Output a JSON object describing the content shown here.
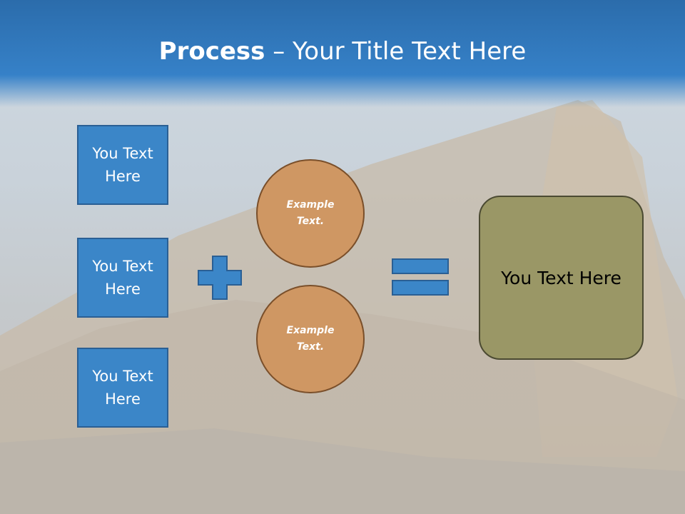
{
  "title": {
    "bold": "Process",
    "dash": " – ",
    "rest": "Your Title Text Here"
  },
  "inputs": [
    {
      "label": "You Text\nHere"
    },
    {
      "label": "You Text\nHere"
    },
    {
      "label": "You Text\nHere"
    }
  ],
  "operators": {
    "plus": "plus-icon",
    "equals": "equals-icon"
  },
  "circles": [
    {
      "label": "Example\nText."
    },
    {
      "label": "Example\nText."
    }
  ],
  "result": {
    "label": "You Text Here"
  },
  "colors": {
    "title_bar": "#3681c8",
    "box_fill": "#3b86c8",
    "circle_fill": "#cf9763",
    "result_fill": "#9a9766"
  }
}
